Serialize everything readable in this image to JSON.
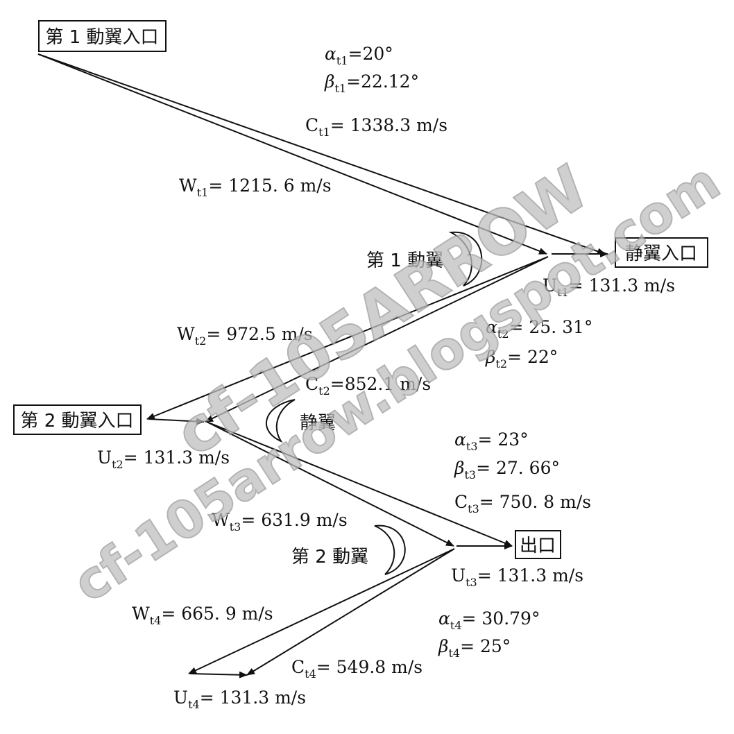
{
  "boxes": {
    "rotor1_inlet": "第 1 動翼入口",
    "stator_inlet": "静翼入口",
    "rotor2_inlet": "第 2 動翼入口",
    "outlet": "出口"
  },
  "stage_labels": {
    "rotor1": "第 1 動翼",
    "stator": "静翼",
    "rotor2": "第 2 動翼"
  },
  "labels": {
    "alpha_t1": {
      "sym": "α",
      "sub": "t1",
      "value": "=20°"
    },
    "beta_t1": {
      "sym": "β",
      "sub": "t1",
      "value": "=22.12°"
    },
    "c_t1": {
      "sym": "C",
      "sub": "t1",
      "value": "= 1338.3 m/s"
    },
    "w_t1": {
      "sym": "W",
      "sub": "t1",
      "value": "= 1215. 6 m/s"
    },
    "u_t1": {
      "sym": "U",
      "sub": "t1",
      "value": "= 131.3 m/s"
    },
    "w_t2": {
      "sym": "W",
      "sub": "t2",
      "value": "= 972.5 m/s"
    },
    "alpha_t2": {
      "sym": "α",
      "sub": "t2",
      "value": "= 25. 31°"
    },
    "beta_t2": {
      "sym": "β",
      "sub": "t2",
      "value": "= 22°"
    },
    "c_t2": {
      "sym": "C",
      "sub": "t2",
      "value": "=852.1 m/s"
    },
    "u_t2": {
      "sym": "U",
      "sub": "t2",
      "value": "= 131.3 m/s"
    },
    "alpha_t3": {
      "sym": "α",
      "sub": "t3",
      "value": "= 23°"
    },
    "beta_t3": {
      "sym": "β",
      "sub": "t3",
      "value": "= 27. 66°"
    },
    "c_t3": {
      "sym": "C",
      "sub": "t3",
      "value": "= 750. 8 m/s"
    },
    "w_t3": {
      "sym": "W",
      "sub": "t3",
      "value": "= 631.9 m/s"
    },
    "u_t3": {
      "sym": "U",
      "sub": "t3",
      "value": "= 131.3 m/s"
    },
    "w_t4": {
      "sym": "W",
      "sub": "t4",
      "value": "= 665. 9 m/s"
    },
    "alpha_t4": {
      "sym": "α",
      "sub": "t4",
      "value": "= 30.79°"
    },
    "beta_t4": {
      "sym": "β",
      "sub": "t4",
      "value": "= 25°"
    },
    "c_t4": {
      "sym": "C",
      "sub": "t4",
      "value": "= 549.8 m/s"
    },
    "u_t4": {
      "sym": "U",
      "sub": "t4",
      "value": "= 131.3 m/s"
    }
  },
  "watermark": {
    "line1": "cf-105ARROW",
    "line2": "cf-105arrow.blogspot.com"
  }
}
